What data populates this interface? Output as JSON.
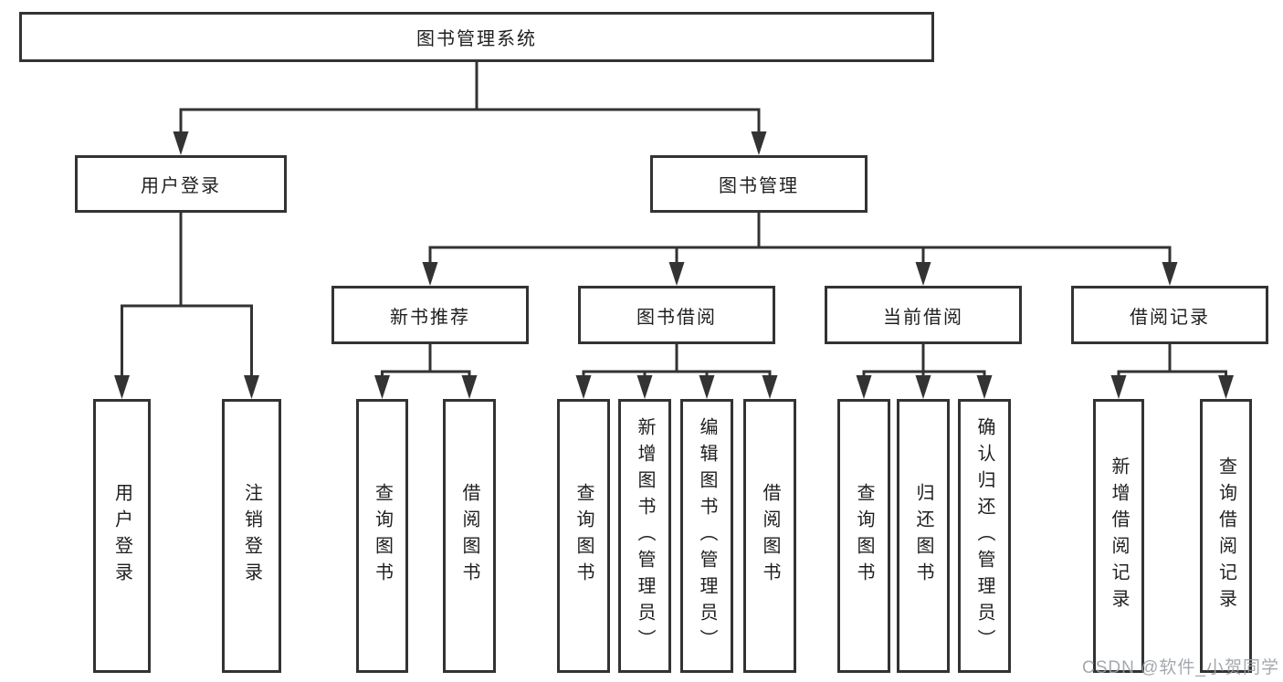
{
  "colors": {
    "line": "#333333",
    "box_border": "#333333",
    "box_fill": "#ffffff",
    "text": "#1f1f1f",
    "watermark": "#9aa0a6"
  },
  "tree": {
    "root": {
      "label": "图书管理系统"
    },
    "children": [
      {
        "label": "用户登录",
        "children": [
          {
            "label": "用户登录"
          },
          {
            "label": "注销登录"
          }
        ]
      },
      {
        "label": "图书管理",
        "children": [
          {
            "label": "新书推荐",
            "children": [
              {
                "label": "查询图书"
              },
              {
                "label": "借阅图书"
              }
            ]
          },
          {
            "label": "图书借阅",
            "children": [
              {
                "label": "查询图书"
              },
              {
                "label": "新增图书（管理员）"
              },
              {
                "label": "编辑图书（管理员）"
              },
              {
                "label": "借阅图书"
              }
            ]
          },
          {
            "label": "当前借阅",
            "children": [
              {
                "label": "查询图书"
              },
              {
                "label": "归还图书"
              },
              {
                "label": "确认归还（管理员）"
              }
            ]
          },
          {
            "label": "借阅记录",
            "children": [
              {
                "label": "新增借阅记录"
              },
              {
                "label": "查询借阅记录"
              }
            ]
          }
        ]
      }
    ]
  },
  "watermark": {
    "text": "CSDN @软件_小贺同学"
  }
}
